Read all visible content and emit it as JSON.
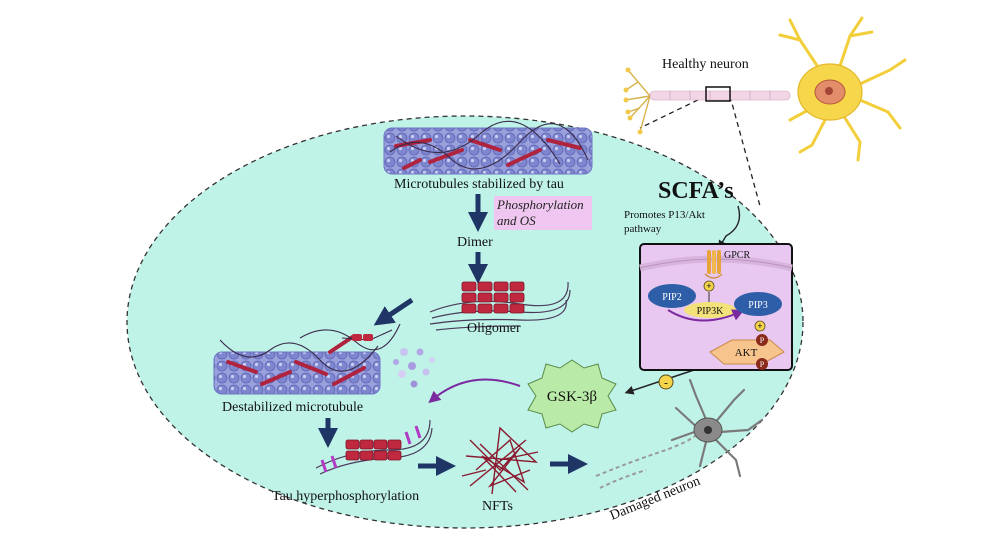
{
  "healthy_neuron_label": "Healthy neuron",
  "scfa": {
    "title": "SCFA’s",
    "line1": "Promotes P13/Akt",
    "line2": "pathway"
  },
  "pathway": {
    "gpcr": "GPCR",
    "pip2": "PIP2",
    "pip3k": "PIP3K",
    "pip3": "PIP3",
    "akt": "AKT",
    "phospho": "P",
    "plus": "+",
    "minus": "-"
  },
  "steps": {
    "microtubules": "Microtubules stabilized by tau",
    "phos_line1": "Phosphorylation",
    "phos_line2": "and OS",
    "dimer": "Dimer",
    "oligomer": "Oligomer",
    "destabilized": "Destabilized microtubule",
    "gsk": "GSK-3β",
    "tau_hyper": "Tau hyperphosphorylation",
    "nfts": "NFTs",
    "damaged": "Damaged neuron"
  },
  "colors": {
    "ellipse_fill": "#bff3e8",
    "tubulin": "#8f95d6",
    "tau": "#b0233e",
    "arrow": "#1e3566",
    "purple_arrow": "#7a2a9e",
    "cell_box": "#e8c8f0",
    "gsk_fill": "#b9eaa7",
    "phos_highlight": "#efc6ef",
    "pip_blue": "#2f5ea8",
    "akt_fill": "#f6c48c",
    "neuron_yellow": "#f6d64a"
  }
}
